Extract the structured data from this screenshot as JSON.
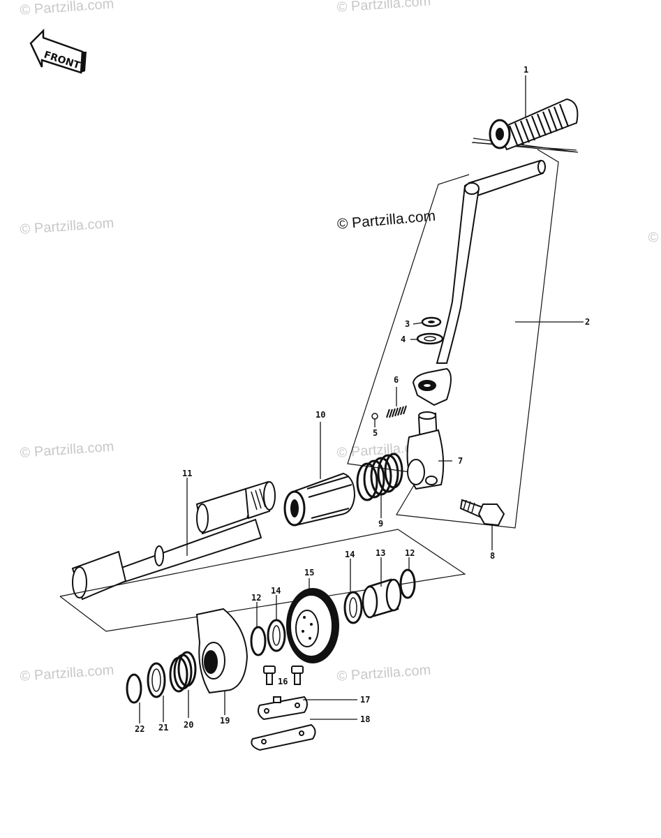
{
  "watermarks": [
    "© Partzilla.com",
    "© Partzilla.com",
    "© Partzilla.com",
    "© Partzilla.com",
    "© Partzilla.com",
    "© Partzilla.com",
    "© Partzilla.com",
    "© Partzilla.com"
  ],
  "watermark_main": "© Partzilla.com",
  "front_label": "FRONT",
  "callouts": [
    "1",
    "2",
    "3",
    "4",
    "5",
    "6",
    "7",
    "8",
    "9",
    "10",
    "11",
    "12",
    "13",
    "14",
    "15",
    "12",
    "14",
    "16",
    "17",
    "18",
    "19",
    "20",
    "21",
    "22"
  ]
}
